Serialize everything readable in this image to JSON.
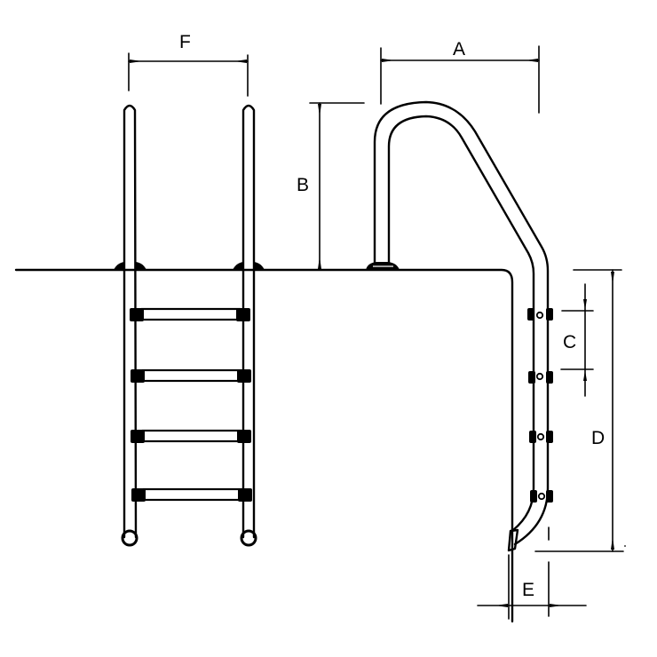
{
  "diagram": {
    "title": "Pool ladder dimension drawing",
    "background": "#ffffff",
    "line_color": "#000000",
    "dimensions": {
      "A": {
        "label": "A",
        "meaning": "handrail horizontal reach"
      },
      "B": {
        "label": "B",
        "meaning": "handrail height above deck"
      },
      "C": {
        "label": "C",
        "meaning": "step spacing"
      },
      "D": {
        "label": "D",
        "meaning": "ladder depth below deck"
      },
      "E": {
        "label": "E",
        "meaning": "distance from wall"
      },
      "F": {
        "label": "F",
        "meaning": "ladder width"
      }
    },
    "views": [
      {
        "name": "front-view",
        "steps": 4
      },
      {
        "name": "side-view",
        "steps": 4
      }
    ]
  }
}
